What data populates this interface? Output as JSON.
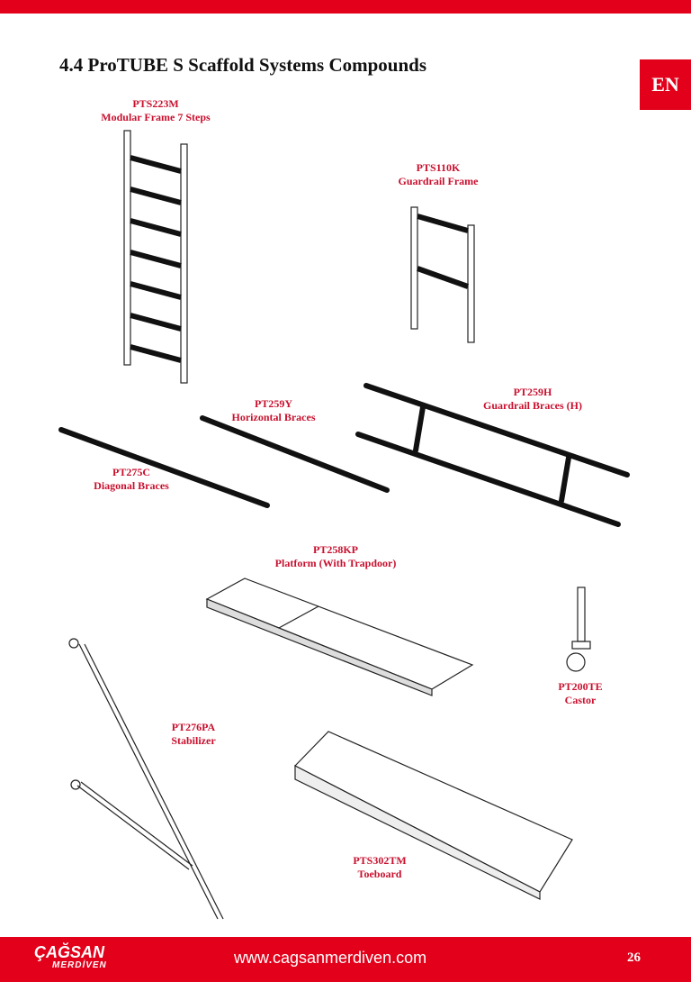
{
  "header": {
    "title": "4.4 ProTUBE S Scaffold Systems Compounds",
    "language_badge": "EN"
  },
  "items": [
    {
      "code": "PTS223M",
      "name": "Modular Frame 7 Steps"
    },
    {
      "code": "PTS110K",
      "name": "Guardrail Frame"
    },
    {
      "code": "PT259Y",
      "name": "Horizontal Braces"
    },
    {
      "code": "PT259H",
      "name": "Guardrail Braces (H)"
    },
    {
      "code": "PT275C",
      "name": "Diagonal Braces"
    },
    {
      "code": "PT258KP",
      "name": "Platform (With Trapdoor)"
    },
    {
      "code": "PT200TE",
      "name": "Castor"
    },
    {
      "code": "PT276PA",
      "name": "Stabilizer"
    },
    {
      "code": "PTS302TM",
      "name": "Toeboard"
    }
  ],
  "footer": {
    "logo_main": "ÇAĞSAN",
    "logo_sub": "MERDİVEN",
    "url": "www.cagsanmerdiven.com",
    "page_number": "26"
  },
  "colors": {
    "brand_red": "#e2001a",
    "label_red": "#c8102e"
  }
}
